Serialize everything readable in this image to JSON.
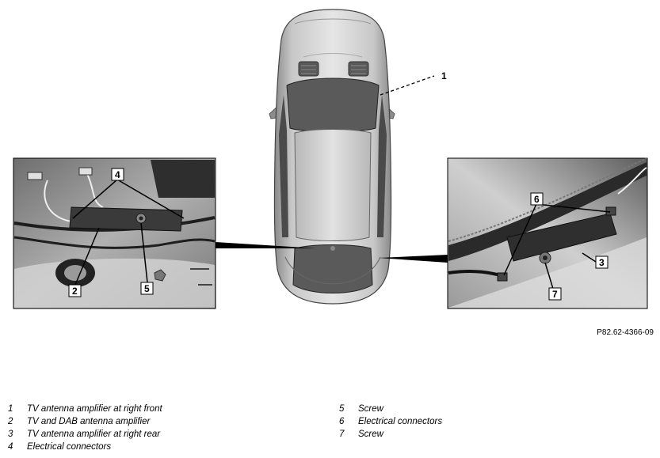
{
  "figure_ref": "P82.62-4366-09",
  "callouts": [
    "1",
    "2",
    "3",
    "4",
    "5",
    "6",
    "7"
  ],
  "legend": [
    {
      "num": "1",
      "text": "TV antenna amplifier at right front"
    },
    {
      "num": "2",
      "text": "TV and DAB antenna amplifier"
    },
    {
      "num": "3",
      "text": "TV antenna amplifier at right rear"
    },
    {
      "num": "4",
      "text": "Electrical connectors"
    },
    {
      "num": "5",
      "text": "Screw"
    },
    {
      "num": "6",
      "text": "Electrical connectors"
    },
    {
      "num": "7",
      "text": "Screw"
    }
  ]
}
